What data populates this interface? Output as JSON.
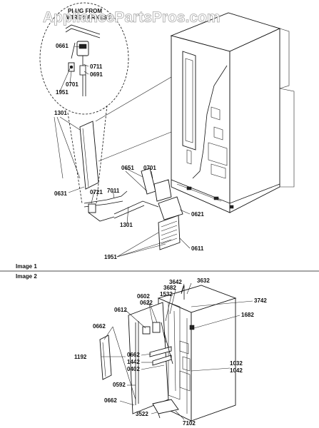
{
  "watermark": "AppliancePartsPros.com",
  "callout_title": [
    "PLUG FROM",
    "WIRE HARNESS"
  ],
  "sections": {
    "image1": "Image 1",
    "image2": "Image 2"
  },
  "image1_labels": {
    "l0661": "0661",
    "l0711": "0711",
    "l0691": "0691",
    "l0701a": "0701",
    "l1951a": "1951",
    "l1301a": "1301",
    "l0631": "0631",
    "l0721": "0721",
    "l7011": "7011",
    "l0651": "0651",
    "l0701b": "0701",
    "l0621": "0621",
    "l1301b": "1301",
    "l0611": "0611",
    "l1951b": "1951"
  },
  "image2_labels": {
    "l3642": "3642",
    "l3632": "3632",
    "l3682": "3682",
    "l1532": "1532",
    "l3742": "3742",
    "l0602": "0602",
    "l0622": "0622",
    "l0612": "0612",
    "l0662a": "0662",
    "l1682": "1682",
    "l1192": "1192",
    "l0662b": "0662",
    "l1442": "1442",
    "l0402": "0402",
    "l1032": "1032",
    "l1042": "1042",
    "l0592": "0592",
    "l0662c": "0662",
    "l3522": "3522",
    "l7102": "7102"
  }
}
